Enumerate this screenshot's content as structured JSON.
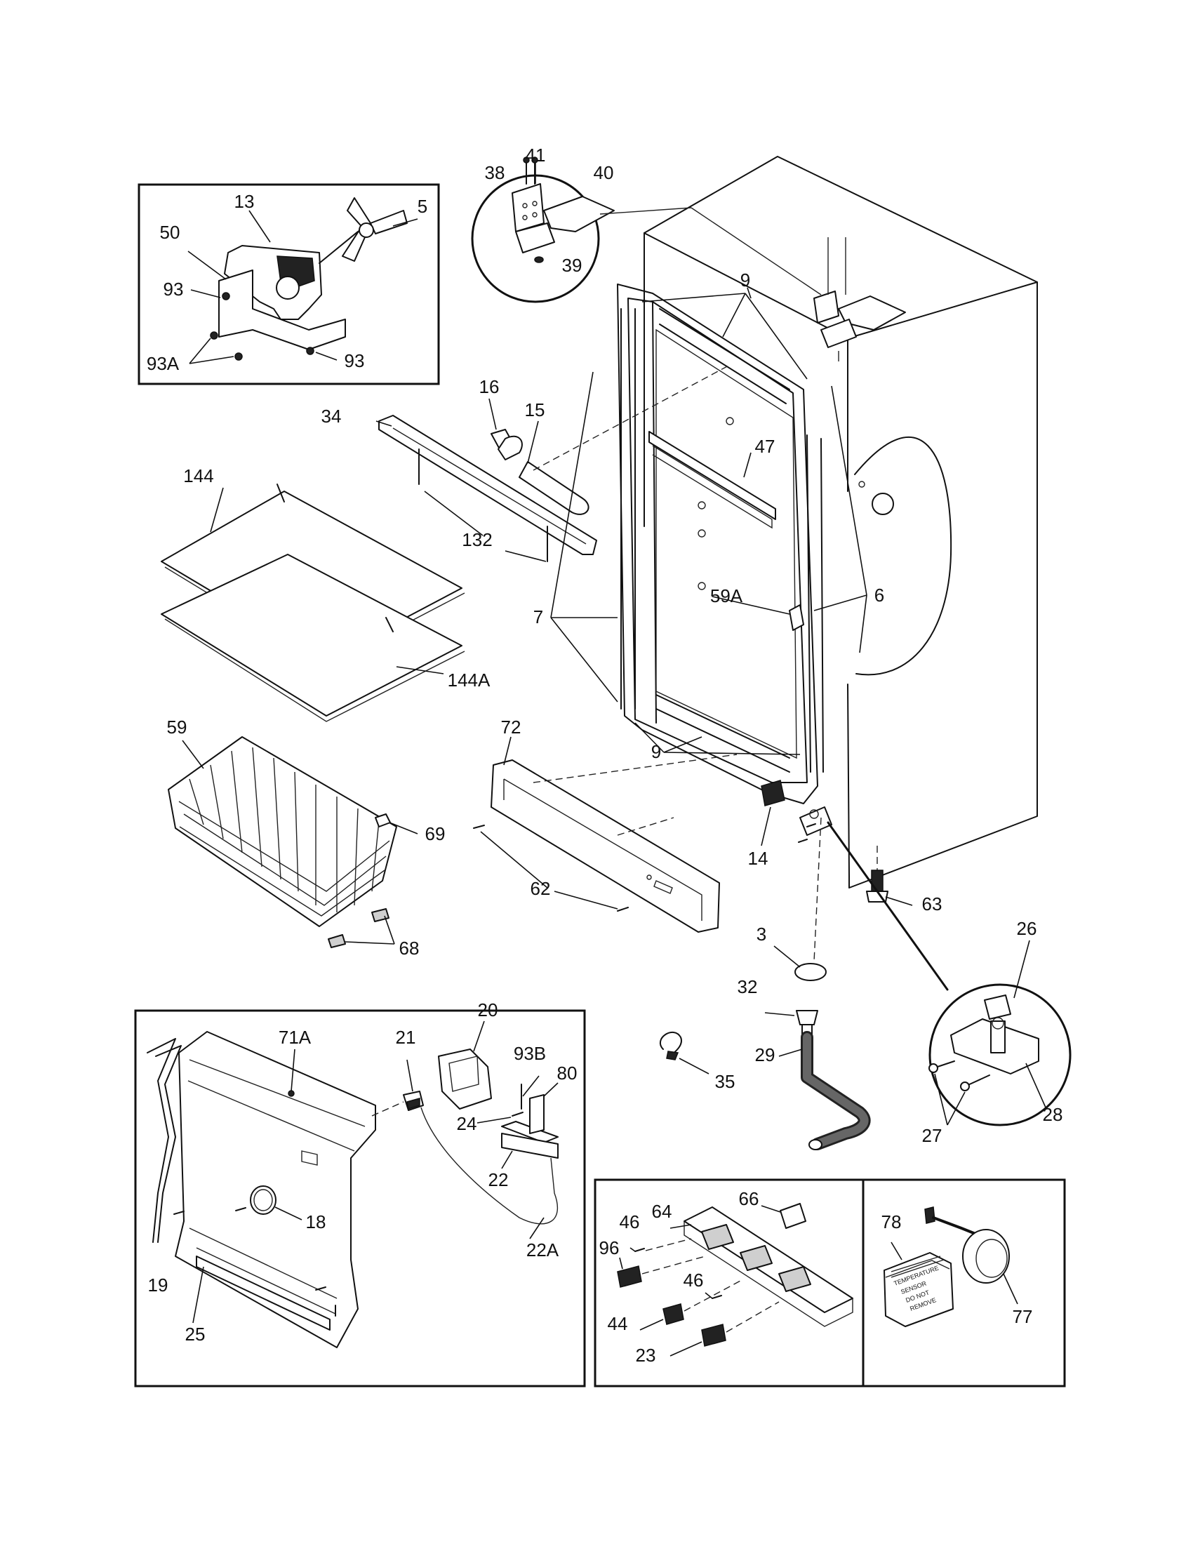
{
  "labels": [
    {
      "text": "41"
    },
    {
      "text": "38"
    },
    {
      "text": "40"
    },
    {
      "text": "39"
    },
    {
      "text": "13"
    },
    {
      "text": "5"
    },
    {
      "text": "50"
    },
    {
      "text": "93"
    },
    {
      "text": "93A"
    },
    {
      "text": "93"
    },
    {
      "text": "9"
    },
    {
      "text": "16"
    },
    {
      "text": "15"
    },
    {
      "text": "34"
    },
    {
      "text": "47"
    },
    {
      "text": "144"
    },
    {
      "text": "132"
    },
    {
      "text": "59A"
    },
    {
      "text": "6"
    },
    {
      "text": "7"
    },
    {
      "text": "144A"
    },
    {
      "text": "59"
    },
    {
      "text": "72"
    },
    {
      "text": "9"
    },
    {
      "text": "69"
    },
    {
      "text": "14"
    },
    {
      "text": "62"
    },
    {
      "text": "63"
    },
    {
      "text": "68"
    },
    {
      "text": "3"
    },
    {
      "text": "26"
    },
    {
      "text": "32"
    },
    {
      "text": "20"
    },
    {
      "text": "71A"
    },
    {
      "text": "21"
    },
    {
      "text": "93B"
    },
    {
      "text": "80"
    },
    {
      "text": "29"
    },
    {
      "text": "35"
    },
    {
      "text": "24"
    },
    {
      "text": "22"
    },
    {
      "text": "27"
    },
    {
      "text": "28"
    },
    {
      "text": "18"
    },
    {
      "text": "22A"
    },
    {
      "text": "19"
    },
    {
      "text": "25"
    },
    {
      "text": "66"
    },
    {
      "text": "64"
    },
    {
      "text": "46"
    },
    {
      "text": "78"
    },
    {
      "text": "96"
    },
    {
      "text": "46"
    },
    {
      "text": "44"
    },
    {
      "text": "77"
    },
    {
      "text": "23"
    }
  ],
  "sensor_label": {
    "line1": "TEMPERATURE",
    "line2": "SENSOR",
    "line3": "DO NOT",
    "line4": "REMOVE"
  }
}
